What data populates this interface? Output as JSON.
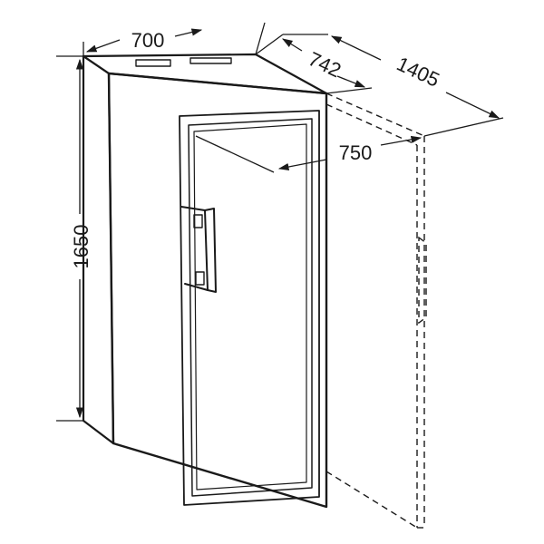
{
  "dimensions": {
    "width": "700",
    "depth": "742",
    "depth_door_open": "1405",
    "door_swing": "750",
    "height": "1650"
  },
  "colors": {
    "line": "#1a1a1a",
    "background": "#ffffff"
  }
}
